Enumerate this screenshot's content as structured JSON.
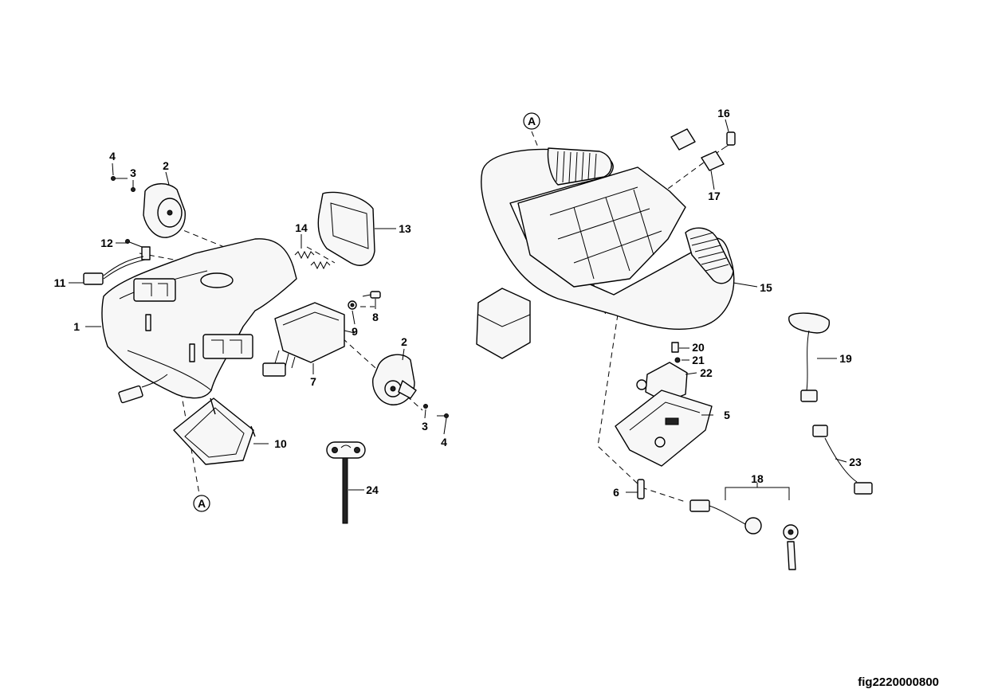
{
  "figure_id": "fig2220000800",
  "reference_marker": "A",
  "callouts": [
    "1",
    "2",
    "3",
    "4",
    "5",
    "6",
    "7",
    "8",
    "9",
    "10",
    "11",
    "12",
    "13",
    "14",
    "15",
    "16",
    "17",
    "18",
    "19",
    "20",
    "21",
    "22",
    "23",
    "24"
  ]
}
